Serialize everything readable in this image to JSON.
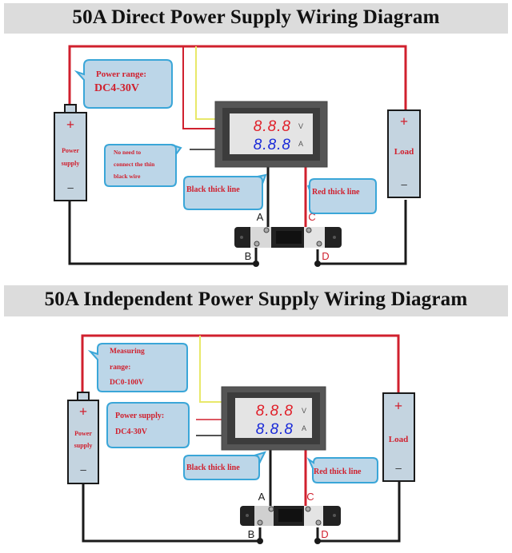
{
  "diagrams": [
    {
      "title": "50A  Direct Power Supply Wiring Diagram",
      "power_supply": {
        "plus": "+",
        "label_line1": "Power",
        "label_line2": "supply",
        "minus": "−"
      },
      "load": {
        "plus": "+",
        "label": "Load",
        "minus": "−"
      },
      "meter": {
        "voltage_digits": "8.8.8",
        "voltage_unit": "V",
        "current_digits": "8.8.8",
        "current_unit": "A"
      },
      "callouts": {
        "range_line1": "Power range:",
        "range_line2": "DC4-30V",
        "thin_wire_line1": "No need to",
        "thin_wire_line2": "connect the thin",
        "thin_wire_line3": "black wire",
        "black_thick": "Black thick line",
        "red_thick": "Red thick line"
      },
      "shunt_terminals": {
        "a": "A",
        "b": "B",
        "c": "C",
        "d": "D"
      }
    },
    {
      "title": "50A  Independent Power Supply Wiring Diagram",
      "power_supply": {
        "plus": "+",
        "label_line1": "Power",
        "label_line2": "supply",
        "minus": "−"
      },
      "load": {
        "plus": "+",
        "label": "Load",
        "minus": "−"
      },
      "meter": {
        "voltage_digits": "8.8.8",
        "voltage_unit": "V",
        "current_digits": "8.8.8",
        "current_unit": "A"
      },
      "callouts": {
        "range_line1": "Measuring",
        "range_line2": "range:",
        "range_line3": "DC0-100V",
        "supply_line1": "Power supply:",
        "supply_line2": "DC4-30V",
        "black_thick": "Black thick line",
        "red_thick": "Red thick line"
      },
      "shunt_terminals": {
        "a": "A",
        "b": "B",
        "c": "C",
        "d": "D"
      }
    }
  ],
  "colors": {
    "red_wire": "#d0202e",
    "black_wire": "#1a1a1a",
    "yellow_wire": "#e8e86a",
    "callout_fill": "#bcd6e8",
    "callout_border": "#3aa6d8",
    "box_fill": "#c4d4e0",
    "voltage_digit": "#e0202a",
    "current_digit": "#1a2ad8",
    "title_bg": "#dcdcdc"
  }
}
